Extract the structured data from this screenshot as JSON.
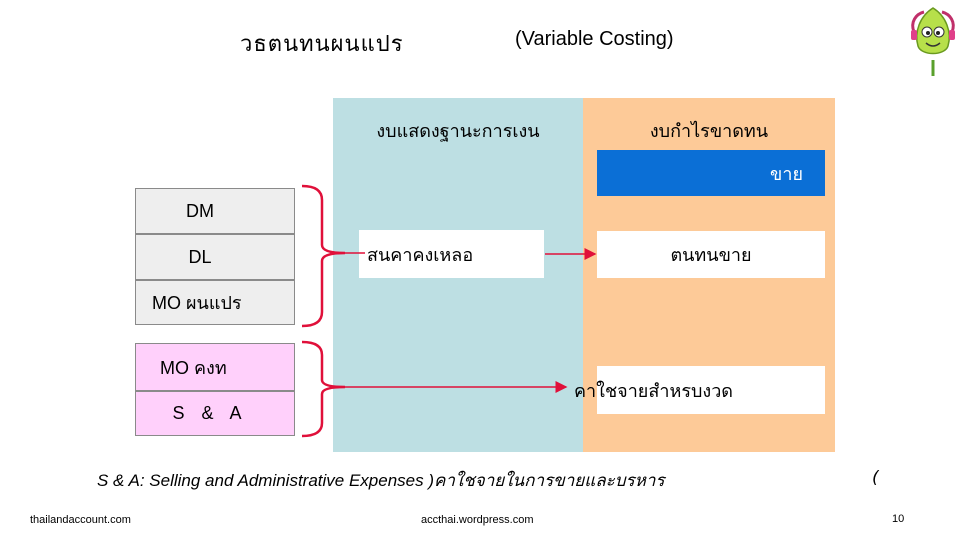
{
  "title": {
    "thai": "วธตนทนผนแปร",
    "english": "(Variable Costing)"
  },
  "columns": {
    "balance_sheet": "งบแสดงฐานะการเงน",
    "income_statement": "งบกำไรขาดทน"
  },
  "boxes": {
    "sales": "ขาย",
    "inventory": "สนคาคงเหลอ",
    "cogs": "ตนทนขาย",
    "period_expense": "คาใชจายสำหรบงวด"
  },
  "costs": {
    "dm": "DM",
    "dl": "DL",
    "mo_variable": "MO ผนแปร",
    "mo_fixed": "MO คงท",
    "sa": "S & A"
  },
  "footnote": "S & A: Selling and Administrative Expenses )คาใชจายในการขายและบรหาร",
  "footnote_paren": "(",
  "footer": {
    "left": "thailandaccount.com",
    "center": "accthai.wordpress.com",
    "page": "10"
  },
  "colors": {
    "balance_sheet_bg": "#bddfe3",
    "income_statement_bg": "#fdca98",
    "sales_bg": "#0b6fd6",
    "variable_cost_bg": "#eeeeee",
    "fixed_cost_bg": "#ffd0fb",
    "accent": "#e0103a"
  },
  "icons": {
    "logo": "green-mascot-with-headphones"
  }
}
